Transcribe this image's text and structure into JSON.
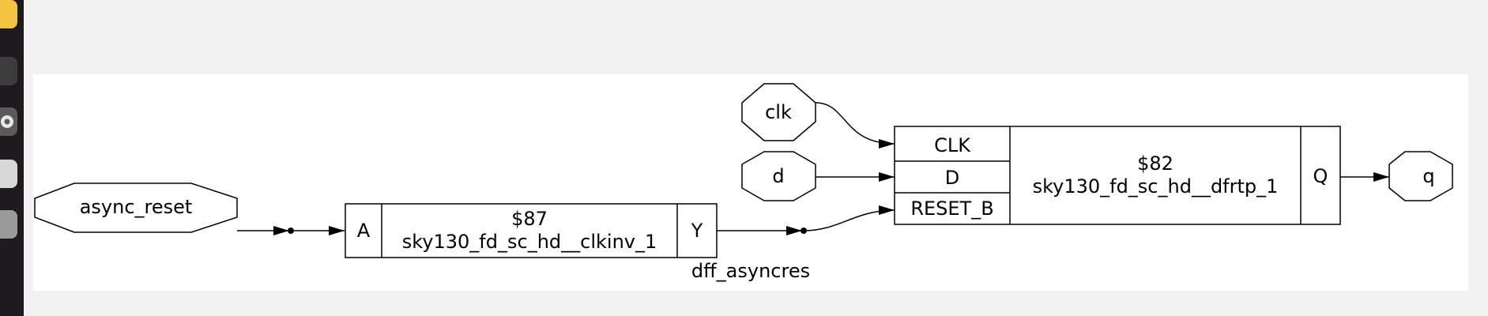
{
  "dock": {
    "items": [
      {
        "icon": "text-editor-icon",
        "color": "#f4c542"
      },
      {
        "icon": "terminal-icon",
        "color": "#3c3c3c"
      },
      {
        "icon": "settings-icon",
        "color": "#6b6b6b"
      },
      {
        "icon": "search-tool-icon",
        "color": "#d8d8d8"
      },
      {
        "icon": "trash-icon",
        "color": "#9a9a9a"
      }
    ]
  },
  "schematic": {
    "ports": {
      "async_reset": "async_reset",
      "clk": "clk",
      "d": "d",
      "q": "q"
    },
    "inverter": {
      "id": "$87",
      "type": "sky130_fd_sc_hd__clkinv_1",
      "in_pin": "A",
      "out_pin": "Y"
    },
    "dff": {
      "id": "$82",
      "type": "sky130_fd_sc_hd__dfrtp_1",
      "pins_in": [
        "CLK",
        "D",
        "RESET_B"
      ],
      "pin_out": "Q"
    },
    "net_label": "dff_asyncres"
  }
}
